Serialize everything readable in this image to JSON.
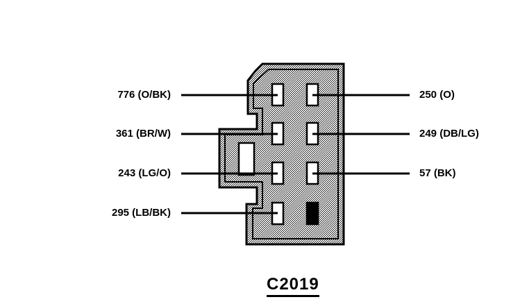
{
  "connector": {
    "id": "C2019",
    "left_wires": [
      {
        "label": "776 (O/BK)"
      },
      {
        "label": "361 (BR/W)"
      },
      {
        "label": "243 (LG/O)"
      },
      {
        "label": "295 (LB/BK)"
      }
    ],
    "right_wires": [
      {
        "label": "250 (O)"
      },
      {
        "label": "249 (DB/LG)"
      },
      {
        "label": "57 (BK)"
      }
    ]
  }
}
